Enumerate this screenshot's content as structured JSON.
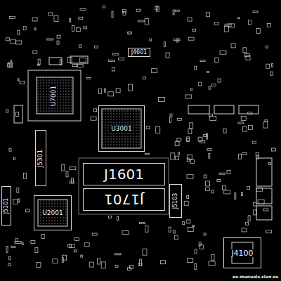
{
  "diagram": {
    "nodes": [
      {
        "text": [
          "J4601"
        ]
      },
      {
        "text": [
          "U7001"
        ]
      },
      {
        "text": [
          "J5301"
        ]
      },
      {
        "text": [
          "U3001"
        ]
      },
      {
        "text": [
          "J1601"
        ]
      },
      {
        "text": [
          "J1701"
        ]
      },
      {
        "text": [
          "J5103"
        ]
      },
      {
        "text": [
          "J5101"
        ]
      },
      {
        "text": [
          "U2001"
        ]
      },
      {
        "text": [
          "J4100"
        ]
      }
    ],
    "labels": [
      "ex-manuals.clan.su"
    ]
  }
}
